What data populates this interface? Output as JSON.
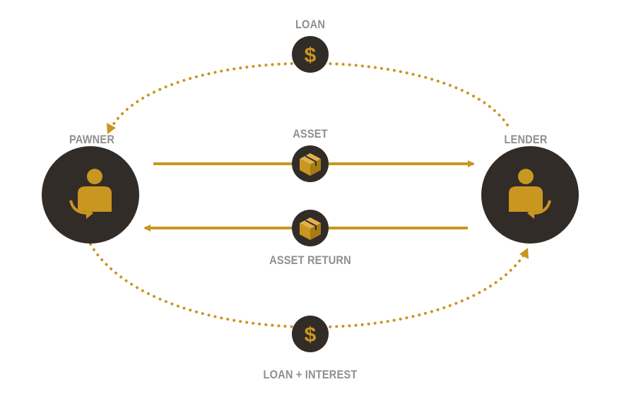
{
  "parties": {
    "pawner": {
      "label": "PAWNER",
      "icon": "person-arrow-out-icon"
    },
    "lender": {
      "label": "LENDER",
      "icon": "person-arrow-in-icon"
    }
  },
  "flows": {
    "loan": {
      "label": "LOAN",
      "icon": "dollar-icon",
      "style": "dotted",
      "direction": "lender-to-pawner"
    },
    "asset": {
      "label": "ASSET",
      "icon": "box-icon",
      "style": "solid",
      "direction": "pawner-to-lender"
    },
    "asset_return": {
      "label": "ASSET RETURN",
      "icon": "box-icon",
      "style": "solid",
      "direction": "lender-to-pawner"
    },
    "loan_interest": {
      "label": "LOAN + INTEREST",
      "icon": "dollar-icon",
      "style": "dotted",
      "direction": "pawner-to-lender"
    }
  },
  "colors": {
    "accent": "#c9961f",
    "node": "#322c29",
    "label": "#8f8f8f",
    "background": "#ffffff"
  }
}
